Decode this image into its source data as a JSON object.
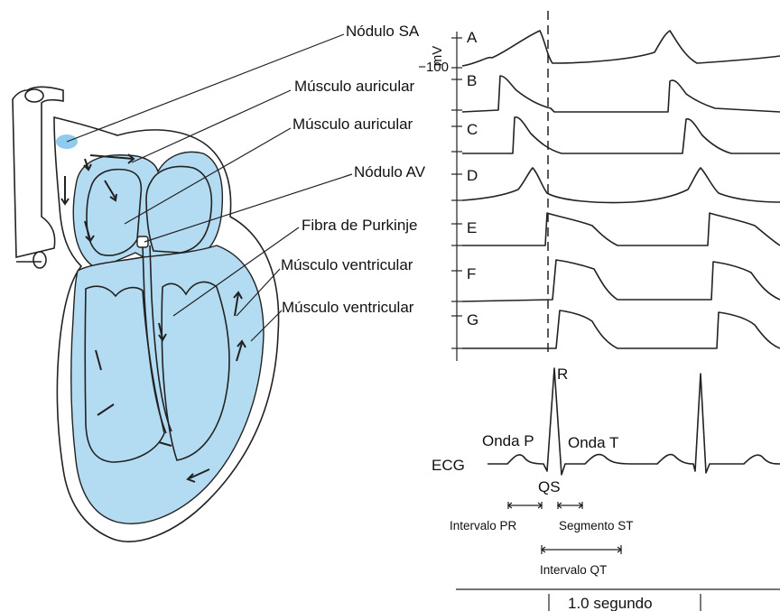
{
  "labels": {
    "sa_node": "Nódulo SA",
    "atrial_muscle_1": "Músculo auricular",
    "atrial_muscle_2": "Músculo auricular",
    "av_node": "Nódulo AV",
    "purkinje": "Fibra de Purkinje",
    "ventricular_muscle_1": "Músculo ventricular",
    "ventricular_muscle_2": "Músculo ventricular"
  },
  "axis": {
    "unit": "mV",
    "value": "−100"
  },
  "traces": [
    "A",
    "B",
    "C",
    "D",
    "E",
    "F",
    "G"
  ],
  "ecg": {
    "label": "ECG",
    "p_wave": "Onda P",
    "t_wave": "Onda T",
    "r": "R",
    "qs": "QS",
    "pr_interval": "Intervalo PR",
    "st_segment": "Segmento ST",
    "qt_interval": "Intervalo QT"
  },
  "timescale": "1.0 segundo",
  "colors": {
    "tissue": "#b3dcf2",
    "sa_node": "#8fcbee",
    "line": "#222222"
  }
}
